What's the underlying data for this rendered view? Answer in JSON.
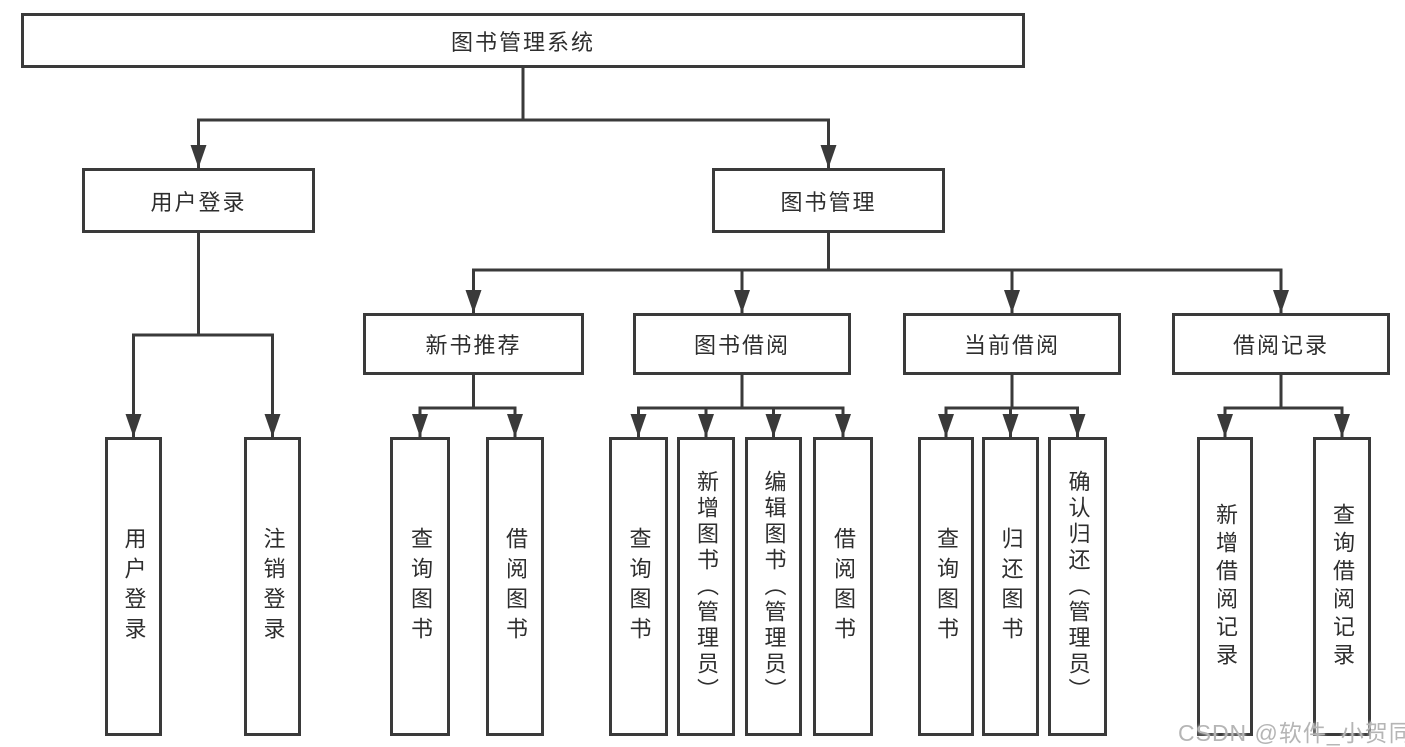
{
  "diagram_title": "图书管理系统",
  "watermark": "CSDN @软件_小贺同学",
  "colors": {
    "line": "#3a3a3a",
    "text": "#2e2e2e",
    "background": "#ffffff",
    "watermark": "#b5b5b5"
  },
  "nodes": {
    "root": {
      "label": "图书管理系统"
    },
    "user_login": {
      "label": "用户登录"
    },
    "book_mgmt": {
      "label": "图书管理"
    },
    "new_book_rec": {
      "label": "新书推荐"
    },
    "book_borrow": {
      "label": "图书借阅"
    },
    "current_borrow": {
      "label": "当前借阅"
    },
    "borrow_record": {
      "label": "借阅记录"
    },
    "login_leaf": {
      "label": "用户登录"
    },
    "logout_leaf": {
      "label": "注销登录"
    },
    "rec_query_book": {
      "label": "查询图书"
    },
    "rec_borrow_book": {
      "label": "借阅图书"
    },
    "bb_query_book": {
      "label": "查询图书"
    },
    "bb_add_book": {
      "label": "新增图书（管理员）"
    },
    "bb_edit_book": {
      "label": "编辑图书（管理员）"
    },
    "bb_borrow_book": {
      "label": "借阅图书"
    },
    "cb_query_book": {
      "label": "查询图书"
    },
    "cb_return_book": {
      "label": "归还图书"
    },
    "cb_confirm_return": {
      "label": "确认归还（管理员）"
    },
    "br_add_record": {
      "label": "新增借阅记录"
    },
    "br_query_record": {
      "label": "查询借阅记录"
    }
  },
  "hierarchy": {
    "root": [
      "user_login",
      "book_mgmt"
    ],
    "user_login": [
      "login_leaf",
      "logout_leaf"
    ],
    "book_mgmt": [
      "new_book_rec",
      "book_borrow",
      "current_borrow",
      "borrow_record"
    ],
    "new_book_rec": [
      "rec_query_book",
      "rec_borrow_book"
    ],
    "book_borrow": [
      "bb_query_book",
      "bb_add_book",
      "bb_edit_book",
      "bb_borrow_book"
    ],
    "current_borrow": [
      "cb_query_book",
      "cb_return_book",
      "cb_confirm_return"
    ],
    "borrow_record": [
      "br_add_record",
      "br_query_record"
    ]
  }
}
